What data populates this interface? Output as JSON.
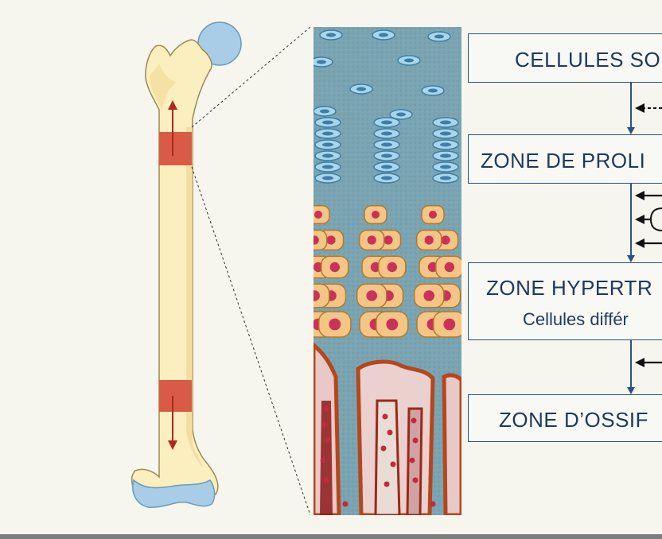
{
  "flow": {
    "box1": {
      "title": "CELLULES SO"
    },
    "box2": {
      "title": "ZONE DE PROLI"
    },
    "box3": {
      "title": "ZONE HYPERTR",
      "subtitle": "Cellules différ"
    },
    "box4": {
      "title": "ZONE D’OSSIF"
    }
  },
  "colors": {
    "bone": "#fbefbf",
    "cartilage": "#a9cde6",
    "growth_plate": "#d95a45",
    "growth_arrow": "#b0281c",
    "tissue_background": "#7aa4b2",
    "flow_blue": "#2b527f"
  }
}
